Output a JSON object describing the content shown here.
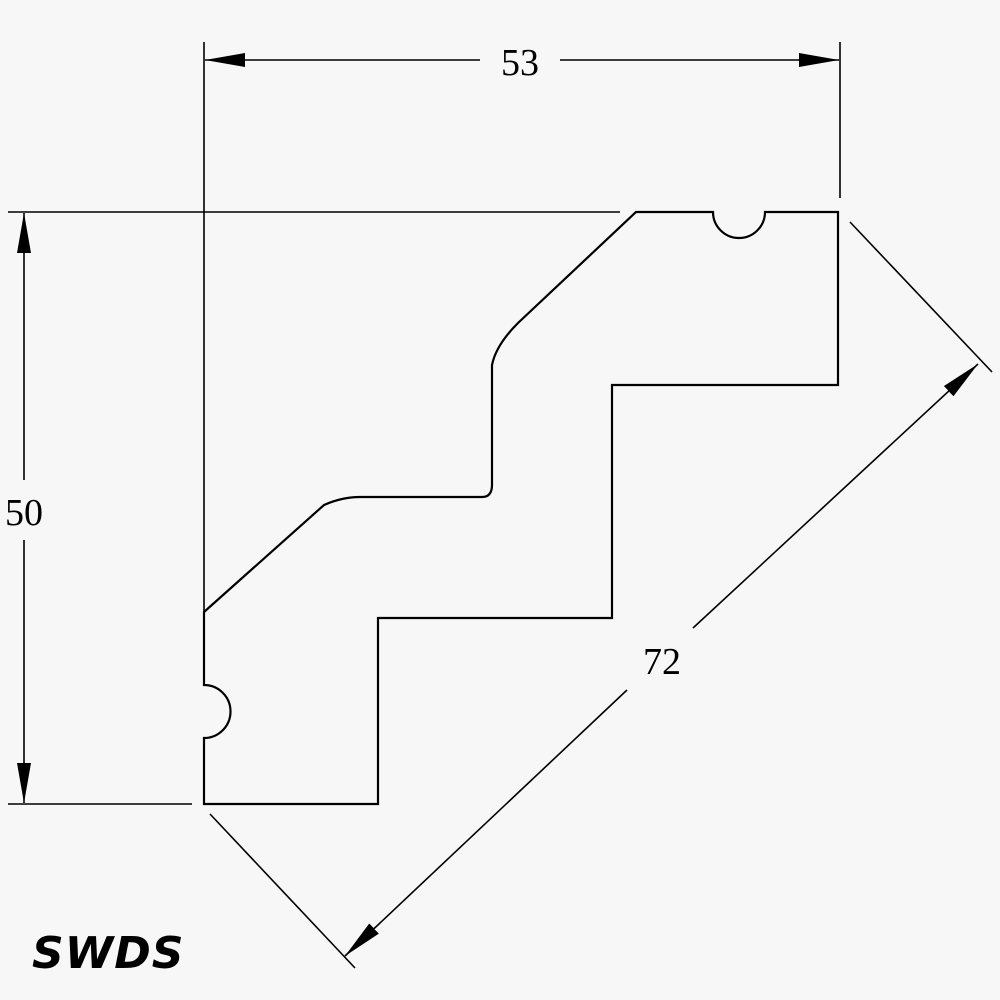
{
  "dimensions": {
    "width": "53",
    "height": "50",
    "diagonal": "72"
  },
  "brand": "SWDS",
  "colors": {
    "background": "#f7f7f7",
    "line": "#000000",
    "label_mask": "#f7f7f7"
  }
}
